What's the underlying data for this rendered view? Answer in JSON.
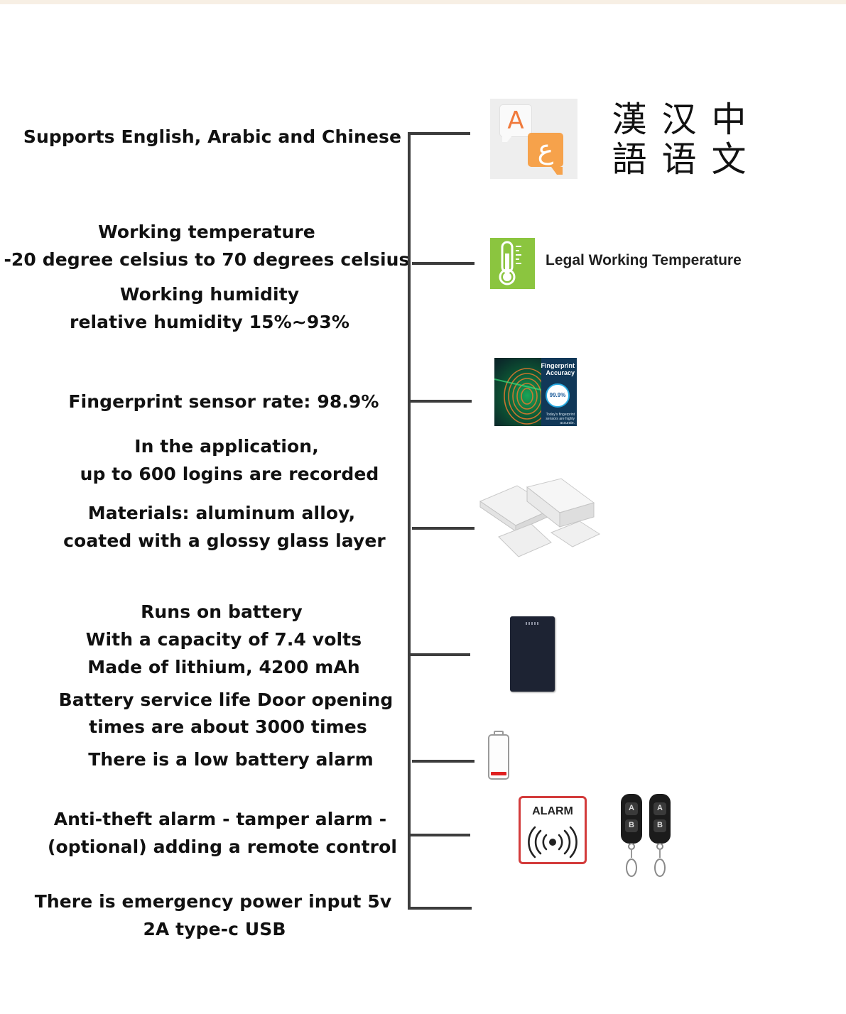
{
  "features": [
    "Supports English, Arabic and Chinese",
    "Working temperature",
    "-20 degree celsius to 70 degrees celsius",
    "Working humidity",
    "relative humidity 15%~93%",
    "Fingerprint sensor rate: 98.9%",
    "In the application,",
    "up to 600 logins are recorded",
    "Materials: aluminum alloy,",
    "coated with a glossy glass layer",
    "Runs on battery",
    "With a capacity of 7.4 volts",
    "Made of lithium, 4200 mAh",
    "Battery service life Door opening",
    "times are about 3000 times",
    "There is a low battery alarm",
    "Anti-theft alarm - tamper alarm -",
    "(optional) adding a remote control",
    "There is emergency power input 5v",
    "2A type-c USB"
  ],
  "icons": {
    "translate": {
      "letter_a": "A",
      "letter_ar": "ع",
      "chinese_columns": [
        "漢語",
        "汉语",
        "中文"
      ]
    },
    "temperature": {
      "label": "Legal Working Temperature"
    },
    "fingerprint": {
      "title_line1": "Fingerprint",
      "title_line2": "Accuracy",
      "badge": "99.9%",
      "note": "Today's fingerprint sensors are highly accurate."
    },
    "alarm": {
      "label": "ALARM"
    },
    "remote": {
      "button_a": "A",
      "button_b": "B"
    }
  },
  "colors": {
    "connector_line": "#3d3d3d",
    "thermo_green": "#8bc53f",
    "translate_orange": "#f6a24b",
    "alarm_red": "#d33b3b",
    "low_battery_red": "#e02020",
    "battery_pack": "#1d2333"
  }
}
